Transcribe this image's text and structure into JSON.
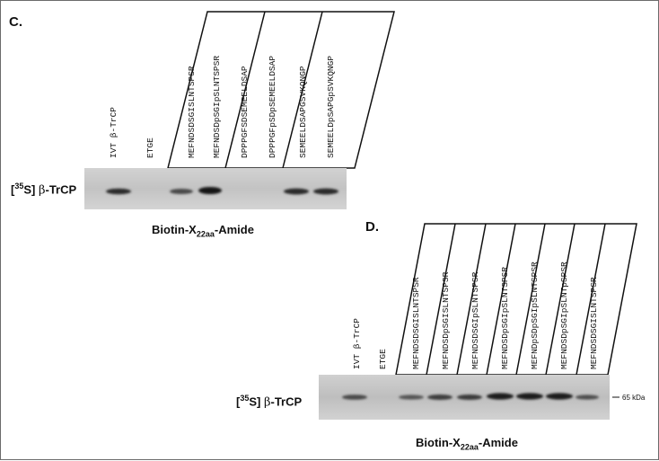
{
  "panel_c": {
    "letter": "C.",
    "probe_label": "[35S] β-TrCP",
    "x_label": "Biotin-X22aa-Amide",
    "controls": [
      "IVT β-TrCP",
      "ETGE"
    ],
    "peptides": [
      "MEFNDSDSGISLNTSPSR",
      "MEFNDSDpSGIpSLNTSPSR",
      "DPPPGFSDSEMEELDSAP",
      "DPPPGFpSDpSEMEELDSAP",
      "SEMEELDSAPGSVKQNGP",
      "SEMEELDpSAPGpSVKQNGP"
    ]
  },
  "panel_d": {
    "letter": "D.",
    "probe_label": "[35S] β-TrCP",
    "x_label": "Biotin-X22aa-Amide",
    "mw_marker": "65 kDa",
    "controls": [
      "IVT β-TrCP",
      "ETGE"
    ],
    "peptides": [
      "MEFNDSDSGISLNTSPSR",
      "MEFNDSDpSGISLNTSPSR",
      "MEFNDSDSGIpSLNTSPSR",
      "MEFNDSDpSGIpSLNTSPSR",
      "MEFNDpSDpSGIpSLNTSPSR",
      "MEFNDSDpSGIpSLNTpSPSR",
      "MEFNDSDSGISLNTSPSR"
    ]
  }
}
